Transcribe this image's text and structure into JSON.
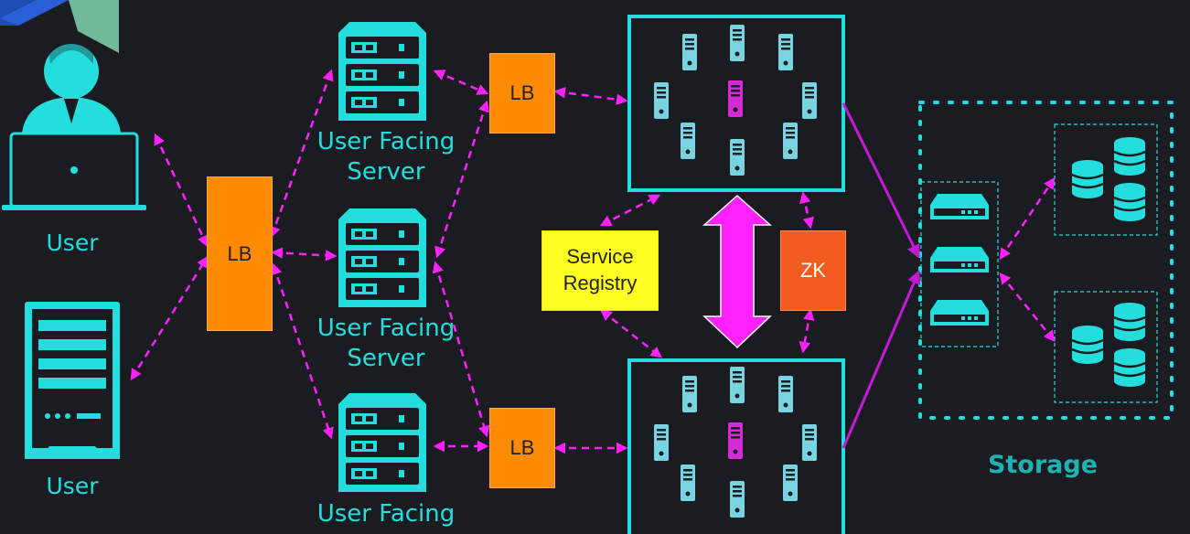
{
  "users": [
    {
      "label": "User",
      "icon": "laptop-user-icon"
    },
    {
      "label": "User",
      "icon": "server-tower-icon"
    }
  ],
  "load_balancers": [
    "LB",
    "LB",
    "LB"
  ],
  "servers": [
    {
      "label_line1": "User Facing",
      "label_line2": "Server"
    },
    {
      "label_line1": "User Facing",
      "label_line2": "Server"
    },
    {
      "label_line1": "User Facing",
      "label_line2": ""
    }
  ],
  "service_registry": {
    "line1": "Service",
    "line2": "Registry"
  },
  "zk": "ZK",
  "storage": {
    "label": "Storage"
  },
  "colors": {
    "background": "#1b1c21",
    "cyan": "#24dede",
    "orange": "#ff8c00",
    "magenta": "#ff22ff",
    "purple": "#c21bd4",
    "yellow": "#ffff22",
    "zk": "#f25c1e",
    "node": "#78d4e0"
  }
}
